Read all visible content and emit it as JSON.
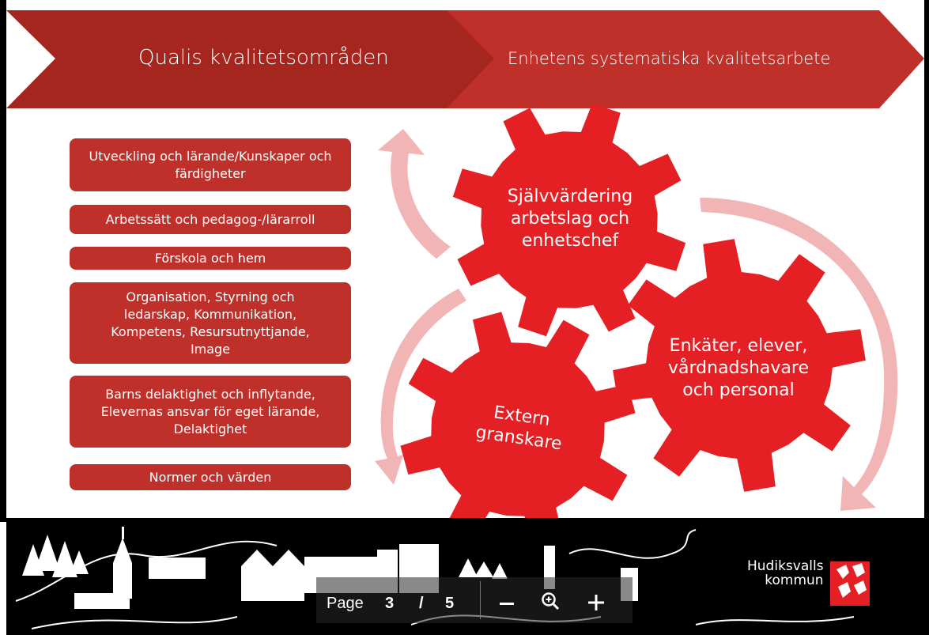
{
  "header": {
    "chevron_left_label": "Qualis kvalitetsområden",
    "chevron_right_label": "Enhetens systematiska kvalitetsarbete"
  },
  "areas": [
    "Utveckling och lärande/Kunskaper och färdigheter",
    "Arbetssätt och pedagog-/lärarroll",
    "Förskola och hem",
    "Organisation, Styrning och ledarskap, Kommunikation, Kompetens, Resursutnyttjande, Image",
    "Barns delaktighet och inflytande, Elevernas ansvar för eget lärande, Delaktighet",
    "Normer och värden"
  ],
  "gears": {
    "top": "Självvärdering arbetslag och enhetschef",
    "right": "Enkäter, elever, vårdnadshavare och personal",
    "left": "Extern granskare"
  },
  "footer": {
    "brand_line1": "Hudiksvalls",
    "brand_line2": "kommun"
  },
  "viewer": {
    "page_label": "Page",
    "current_page": "3",
    "separator": "/",
    "total_pages": "5"
  },
  "colors": {
    "chevron_dark": "#a4261f",
    "chevron_light": "#c0302a",
    "box": "#c0302a",
    "gear": "#e52025",
    "arrow": "#f2b5b5",
    "footer": "#000000"
  },
  "icons": [
    "zoom-in-icon",
    "zoom-out-icon",
    "plus-icon",
    "hudiksvall-logo-icon"
  ]
}
